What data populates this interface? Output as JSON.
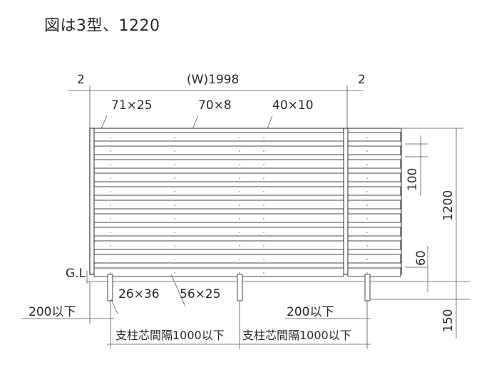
{
  "title": "図は3型、1220",
  "labels": {
    "side_left": "2",
    "width": "(W)1998",
    "side_right": "2",
    "post_frame": "71×25",
    "slat": "70×8",
    "slat_back": "40×10",
    "pitch": "100",
    "height": "1200",
    "bottom_gap": "60",
    "ground": "G.L",
    "small_post": "26×36",
    "main_post": "56×25",
    "overhang_left": "200以下",
    "overhang_right": "200以下",
    "post_spacing_left": "支柱芯間隔1000以下",
    "post_spacing_right": "支柱芯間隔1000以下",
    "embed": "150"
  }
}
